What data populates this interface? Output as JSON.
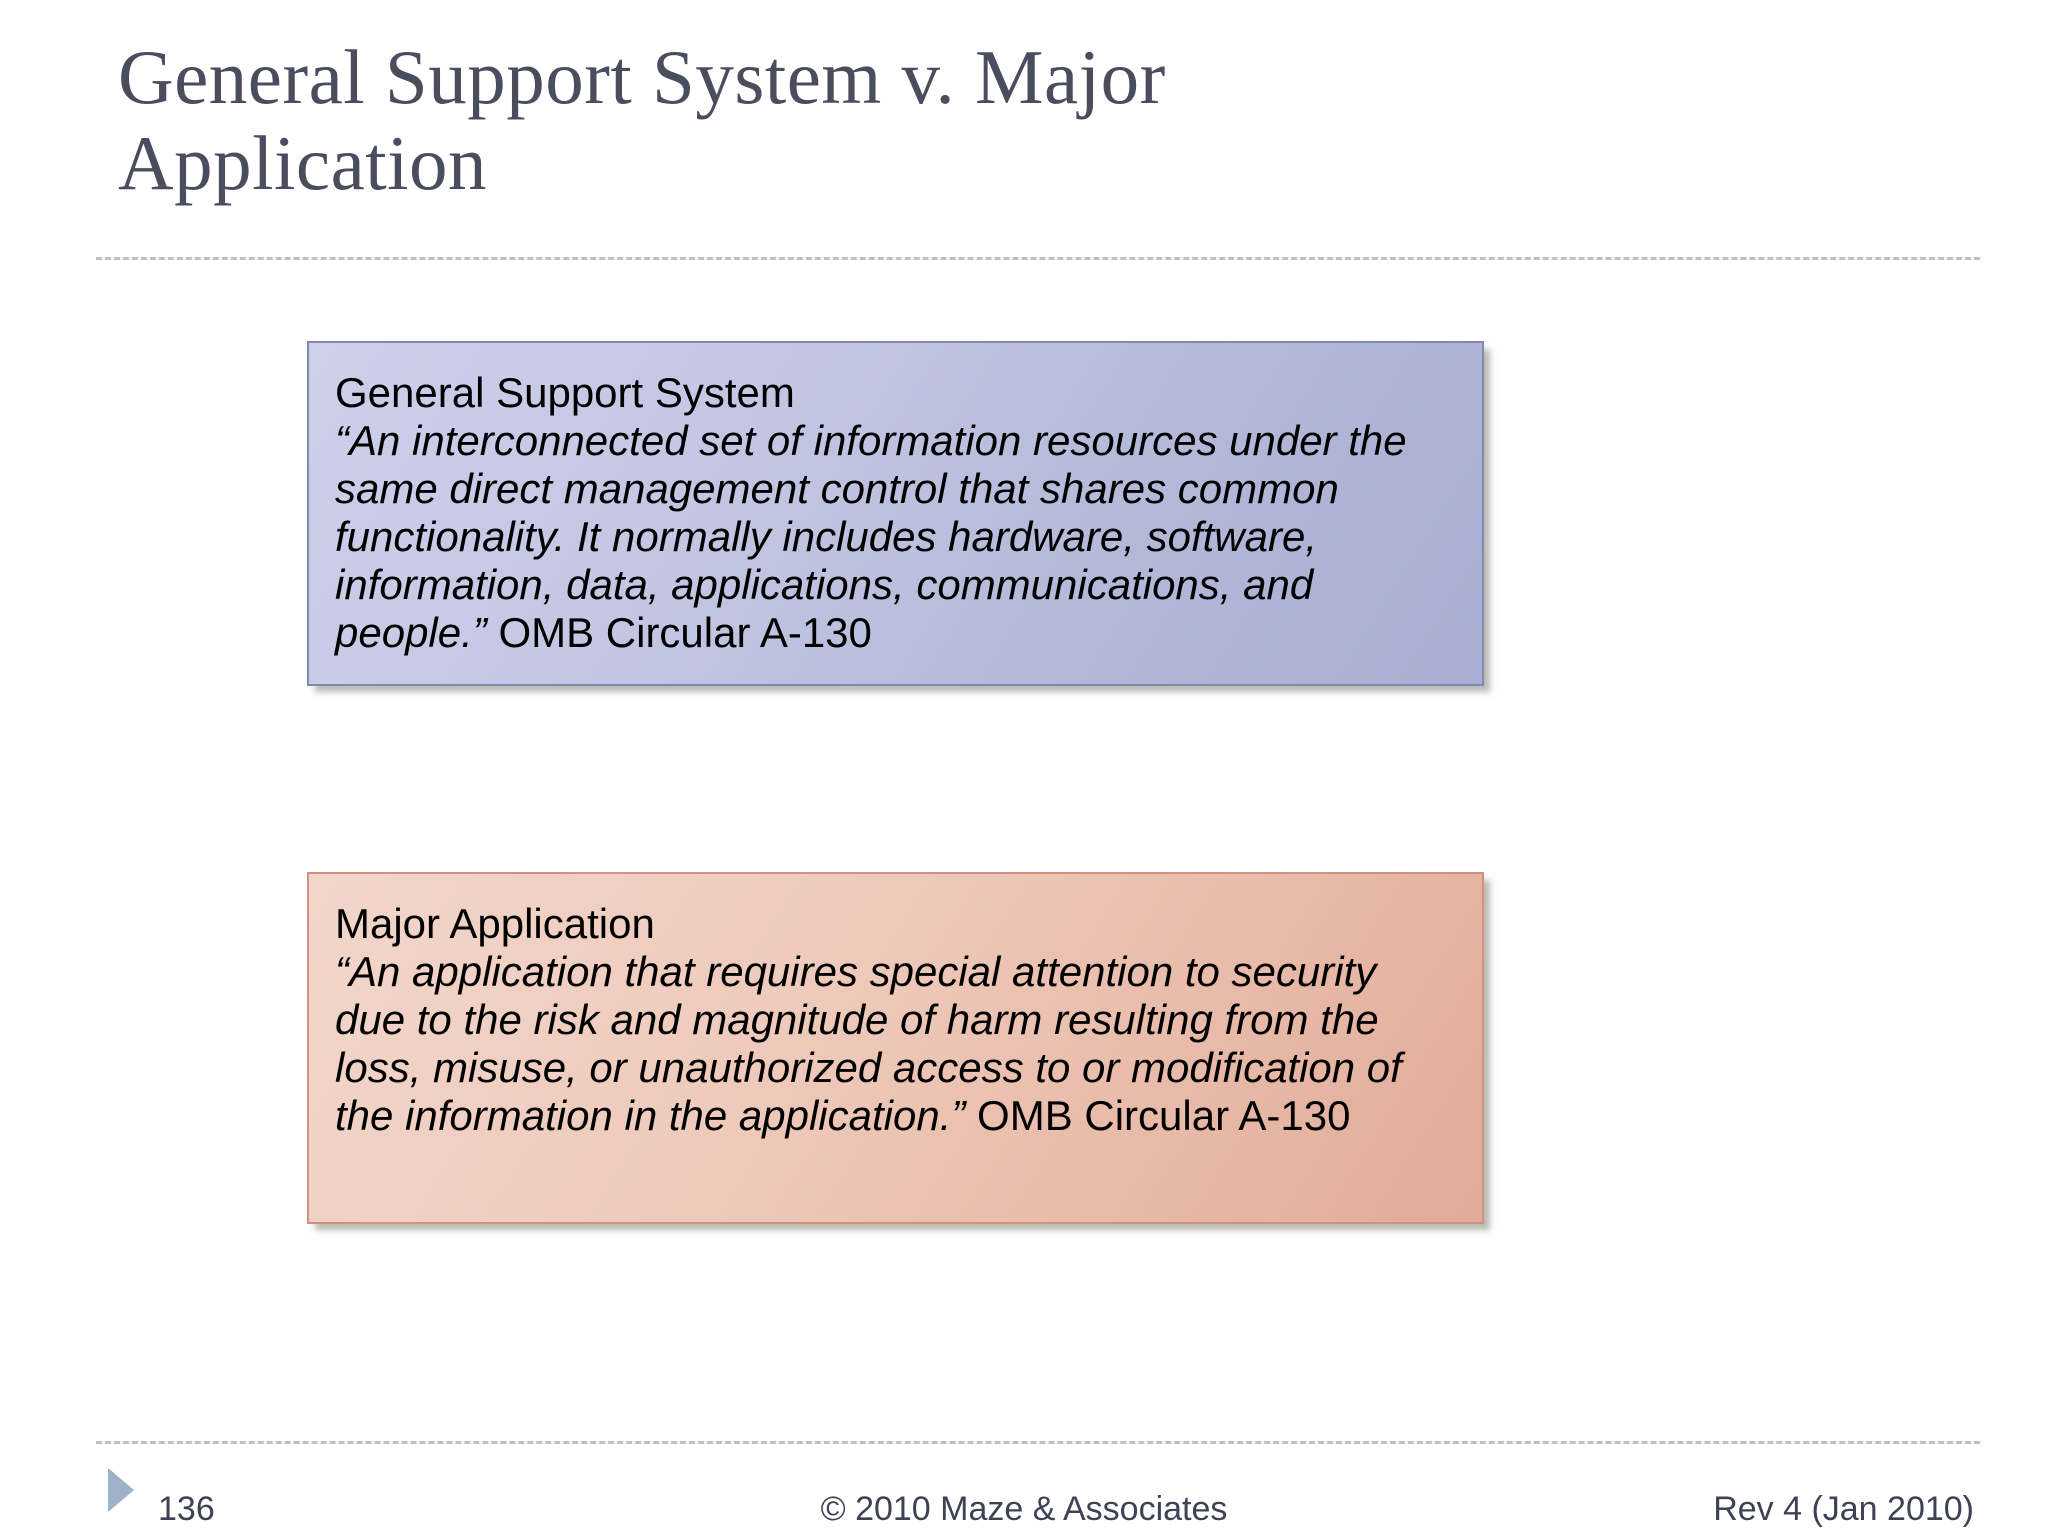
{
  "slide": {
    "title": "General Support System v. Major\nApplication",
    "accent_blue": "#8288b4",
    "accent_salmon": "#cf9180",
    "rule_color": "#b9c2ce",
    "title_color": "#4a4d5e"
  },
  "boxes": [
    {
      "id": "general-support-system",
      "heading": "General Support System",
      "quote": "“An interconnected set of information resources under the same direct management control that shares common functionality.  It normally includes hardware, software, information, data, applications, communications, and people.”",
      "citation": " OMB Circular A-130",
      "fill_from": "#ccd0e9",
      "fill_to": "#a9aed2"
    },
    {
      "id": "major-application",
      "heading": "Major Application",
      "quote": "“An application that requires special attention to security due to the risk and magnitude of harm resulting from the loss, misuse, or unauthorized access to or modification of the information in the application.”",
      "citation": " OMB Circular A-130",
      "fill_from": "#f2d6cb",
      "fill_to": "#e0ab98"
    }
  ],
  "footer": {
    "page_number": "136",
    "copyright": "© 2010 Maze & Associates",
    "revision": "Rev 4 (Jan 2010)",
    "marker_color": "#9db2c9"
  }
}
